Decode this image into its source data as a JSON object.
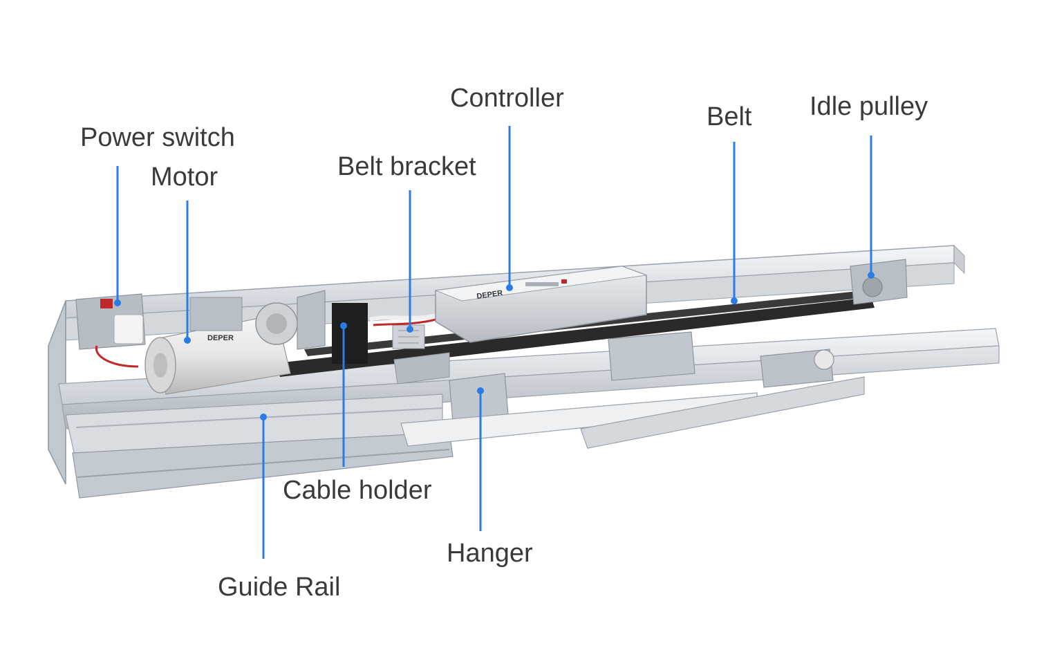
{
  "diagram": {
    "accent_color": "#2a7be4",
    "labels": {
      "controller": "Controller",
      "belt": "Belt",
      "idle_pulley": "Idle pulley",
      "power_switch": "Power switch",
      "motor": "Motor",
      "belt_bracket": "Belt bracket",
      "cable_holder": "Cable holder",
      "hanger": "Hanger",
      "guide_rail": "Guide Rail"
    },
    "brand": {
      "motor_text": "DEPER",
      "controller_text": "DEPER"
    }
  }
}
